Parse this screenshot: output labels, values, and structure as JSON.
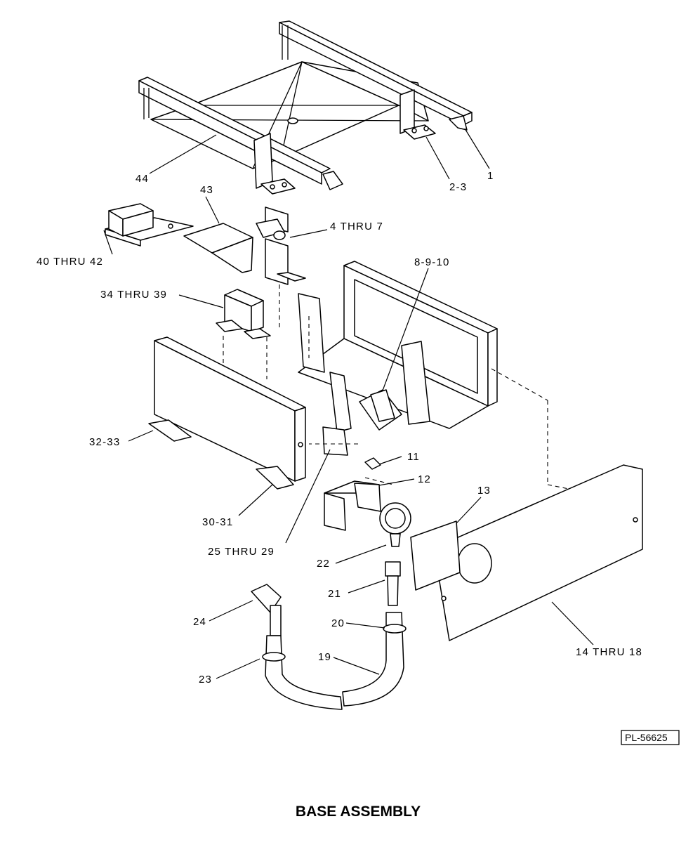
{
  "title": "BASE ASSEMBLY",
  "drawing_number": "PL-56625",
  "callouts": {
    "c1": "1",
    "c2_3": "2-3",
    "c44": "44",
    "c43": "43",
    "c4_7": "4 THRU 7",
    "c40_42": "40 THRU 42",
    "c8_10": "8-9-10",
    "c34_39": "34 THRU 39",
    "c32_33": "32-33",
    "c11": "11",
    "c12": "12",
    "c13": "13",
    "c30_31": "30-31",
    "c25_29": "25 THRU 29",
    "c22": "22",
    "c21": "21",
    "c24": "24",
    "c20": "20",
    "c19": "19",
    "c23": "23",
    "c14_18": "14 THRU 18"
  }
}
